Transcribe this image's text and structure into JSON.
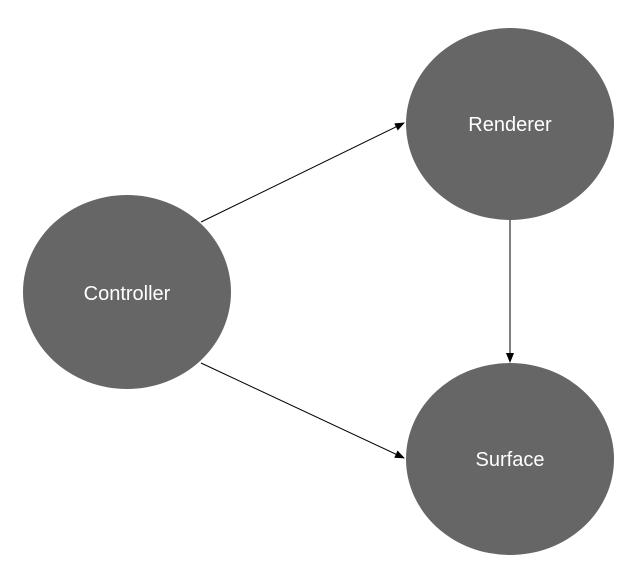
{
  "diagram": {
    "node_color": "#666666",
    "edge_color": "#000000",
    "label_color": "#ffffff",
    "nodes": [
      {
        "id": "controller",
        "label": "Controller"
      },
      {
        "id": "renderer",
        "label": "Renderer"
      },
      {
        "id": "surface",
        "label": "Surface"
      }
    ],
    "edges": [
      {
        "from": "controller",
        "to": "renderer"
      },
      {
        "from": "controller",
        "to": "surface"
      },
      {
        "from": "renderer",
        "to": "surface"
      }
    ]
  }
}
